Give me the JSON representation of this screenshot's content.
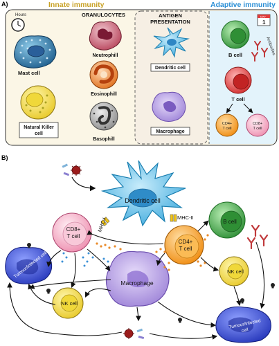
{
  "panel_a": {
    "label": "A)",
    "innate_header": "Innate immunity",
    "adaptive_header": "Adaptive immunity",
    "clock_label": "Hours",
    "calendar_month": "DAY",
    "calendar_day": "1",
    "granulocytes_title": "GRANULOCYTES",
    "antigen_title_line1": "ANTIGEN",
    "antigen_title_line2": "PRESENTATION",
    "mast_cell": "Mast cell",
    "nk_cell_line1": "Natural Killer",
    "nk_cell_line2": "cell",
    "neutrophil": "Neutrophill",
    "eosinophil": "Eosinophill",
    "basophil": "Basophill",
    "dendritic_cell": "Dendritic cell",
    "macrophage": "Macrophage",
    "b_cell": "B cell",
    "t_cell": "T cell",
    "antibodies": "Antibodies",
    "cd4_line1": "CD4+",
    "cd4_line2": "T cell",
    "cd8_line1": "CD8+",
    "cd8_line2": "T cell"
  },
  "panel_b": {
    "label": "B)",
    "dendritic_cell": "Dendritic cell",
    "mhc1": "MHC-I",
    "mhc2": "MHC-II",
    "cd8_line1": "CD8+",
    "cd8_line2": "T cell",
    "cd4_line1": "CD4+",
    "cd4_line2": "T cell",
    "b_cell": "B cell",
    "macrophage": "Macrophage",
    "nk_cell_left": "NK cell",
    "nk_cell_right": "NK cell",
    "tumour_left": "Tumour/infected cell",
    "tumour_bottom_line1": "Tumour/infected",
    "tumour_bottom_line2": "cell"
  },
  "colors": {
    "innate_header": "#c9a227",
    "adaptive_header": "#2b8fd6",
    "innate_bg": "#fbf6e6",
    "antigen_bg": "#f7f0e8",
    "adaptive_bg": "#e4f3fb",
    "dendritic": "#5fc3ec",
    "macrophage": "#b49be0",
    "t_cell": "#e34d4d",
    "b_cell": "#4caf50",
    "cd4": "#f6a020",
    "cd8": "#f4b6c8",
    "nk": "#f6e36b",
    "tumour": "#3a4fd8"
  }
}
